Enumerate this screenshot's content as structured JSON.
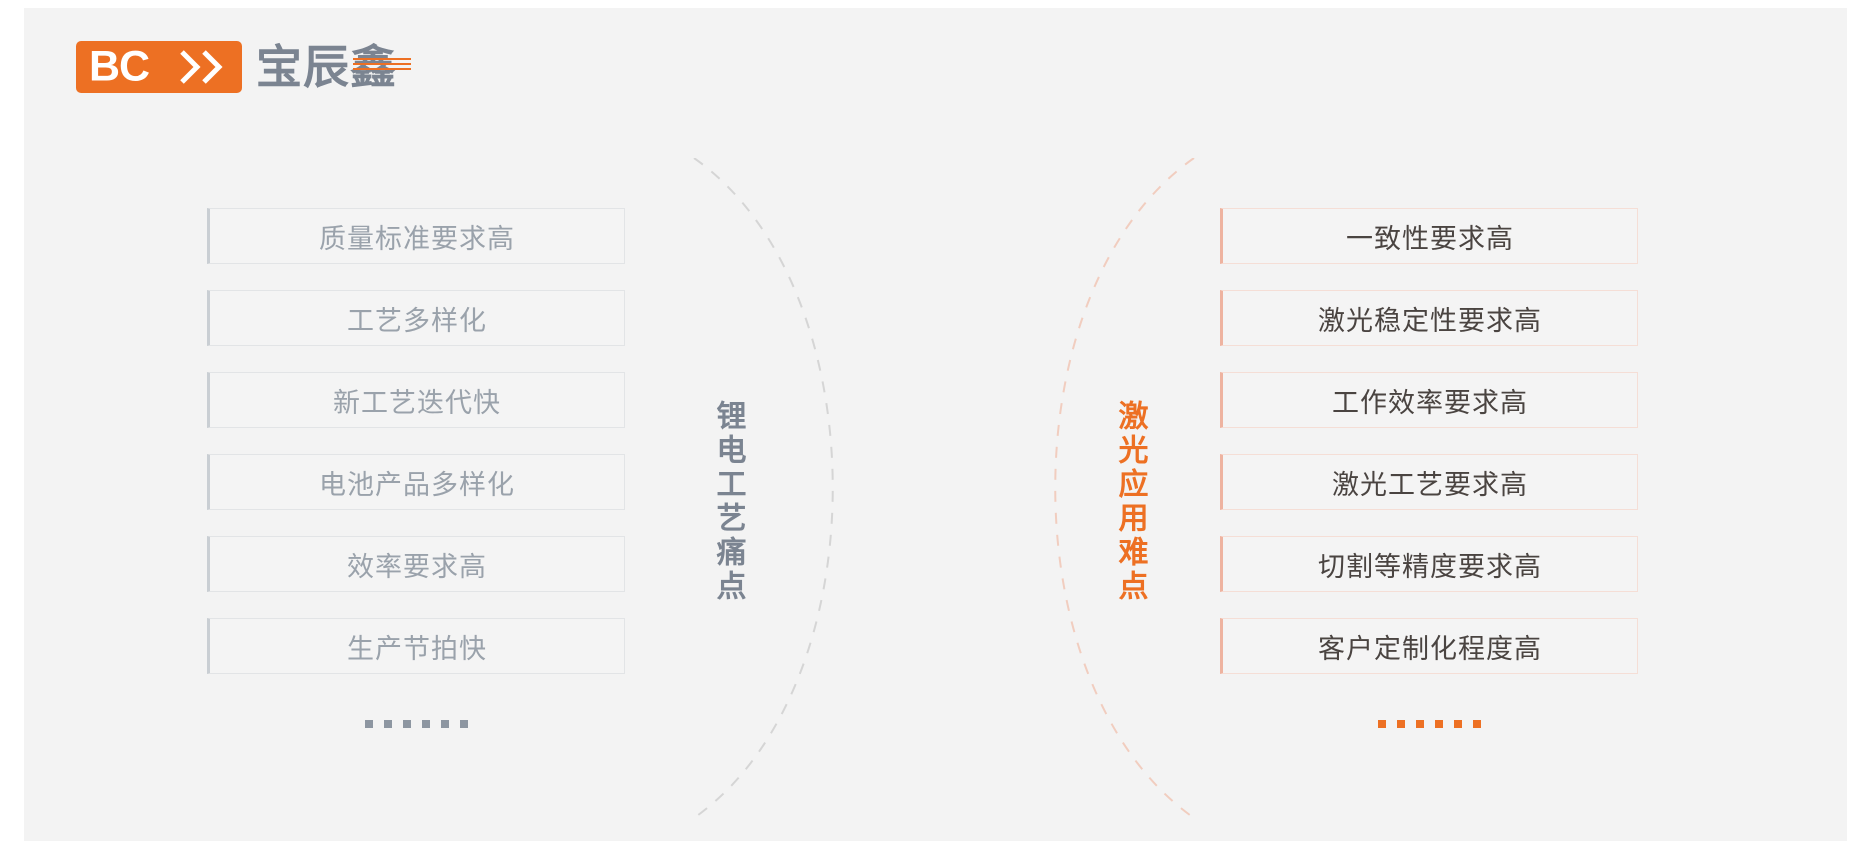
{
  "brand": {
    "mark_text": "BC",
    "mark_icon": "double-chevron-icon",
    "name_cn": "宝辰鑫",
    "accent_color": "#ed7023",
    "name_color": "#7b8491"
  },
  "left_panel": {
    "label": "锂电工艺痛点",
    "label_color": "#7b8491",
    "arc_color": "#d8d8d8",
    "ellipsis_color": "#8d96a1",
    "items": [
      "质量标准要求高",
      "工艺多样化",
      "新工艺迭代快",
      "电池产品多样化",
      "效率要求高",
      "生产节拍快"
    ],
    "ellipsis_dots": 6
  },
  "right_panel": {
    "label": "激光应用难点",
    "label_color": "#ed7023",
    "arc_color": "#f3cfc2",
    "ellipsis_color": "#ed7023",
    "items": [
      "一致性要求高",
      "激光稳定性要求高",
      "工作效率要求高",
      "激光工艺要求高",
      "切割等精度要求高",
      "客户定制化程度高"
    ],
    "ellipsis_dots": 6
  },
  "canvas": {
    "background_color": "#f3f3f3",
    "page_background_color": "#ffffff"
  }
}
